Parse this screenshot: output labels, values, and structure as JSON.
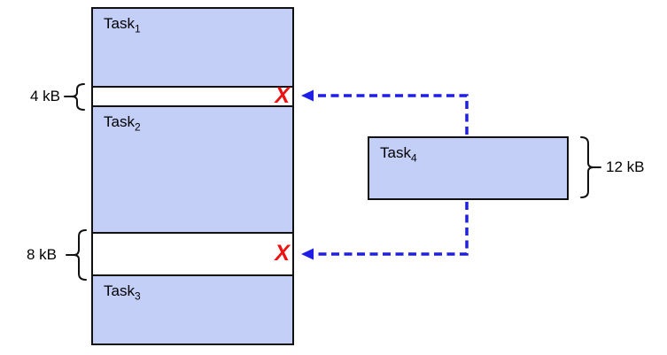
{
  "memory": {
    "segments": [
      {
        "kind": "task",
        "label": "Task",
        "subscript": "1"
      },
      {
        "kind": "gap",
        "size_label": "4 kB",
        "reject_mark": "X"
      },
      {
        "kind": "task",
        "label": "Task",
        "subscript": "2"
      },
      {
        "kind": "gap",
        "size_label": "8 kB",
        "reject_mark": "X"
      },
      {
        "kind": "task",
        "label": "Task",
        "subscript": "3"
      }
    ]
  },
  "pending_task": {
    "label": "Task",
    "subscript": "4",
    "size_label": "12 kB"
  },
  "icons": {
    "arrow_to_4kb_gap": "dashed-left-arrow",
    "arrow_to_8kb_gap": "dashed-left-arrow",
    "reject_mark": "red-x"
  },
  "colors": {
    "task_fill": "#C4CFF8",
    "outline": "#111111",
    "arrow": "#1E1EE6",
    "reject_x": "#EE1111",
    "background": "#FFFFFF"
  }
}
